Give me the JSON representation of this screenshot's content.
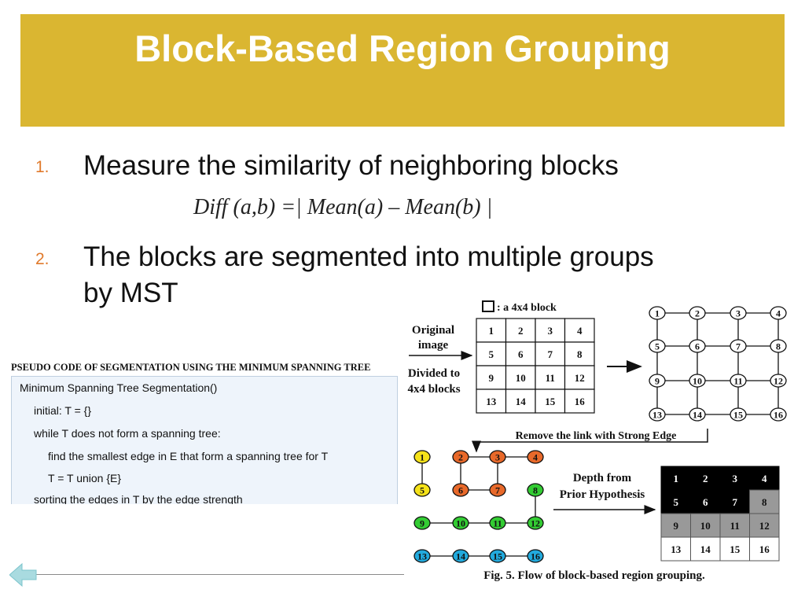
{
  "slide": {
    "title": "Block-Based Region Grouping",
    "bullets": [
      {
        "number": "1.",
        "text": "Measure the similarity of neighboring blocks"
      },
      {
        "number": "2.",
        "text_line1": "The blocks are segmented into multiple groups",
        "text_line2": "by MST"
      }
    ],
    "formula": "Diff (a,b) =| Mean(a) – Mean(b) |",
    "accent_color": "#dab631",
    "number_color": "#e07a2c"
  },
  "pseudocode": {
    "heading": "PSEUDO CODE OF SEGMENTATION USING THE MINIMUM SPANNING TREE",
    "lines": [
      "Minimum Spanning Tree Segmentation()",
      "initial:  T = {}",
      "while  T does not form a spanning tree:",
      "find the smallest edge in  E that form a spanning tree for  T",
      "T =  T union {E}",
      "sorting the edges in  T  by the edge strength"
    ]
  },
  "figure": {
    "legend_label": ": a 4x4 block",
    "left_labels": {
      "original_line1": "Original",
      "original_line2": "image",
      "divided_line1": "Divided to",
      "divided_line2": "4x4 blocks"
    },
    "grid_numbers": [
      "1",
      "2",
      "3",
      "4",
      "5",
      "6",
      "7",
      "8",
      "9",
      "10",
      "11",
      "12",
      "13",
      "14",
      "15",
      "16"
    ],
    "remove_link_label": "Remove the link with Strong Edge",
    "depth_label_line1": "Depth from",
    "depth_label_line2": "Prior Hypothesis",
    "caption": "Fig. 5. Flow of block-based region grouping.",
    "group_colors": {
      "yellow": "#f5e21a",
      "orange": "#e8692a",
      "green": "#33cc33",
      "blue": "#22aadd"
    }
  },
  "nav": {
    "back_icon": "back-arrow-icon"
  }
}
